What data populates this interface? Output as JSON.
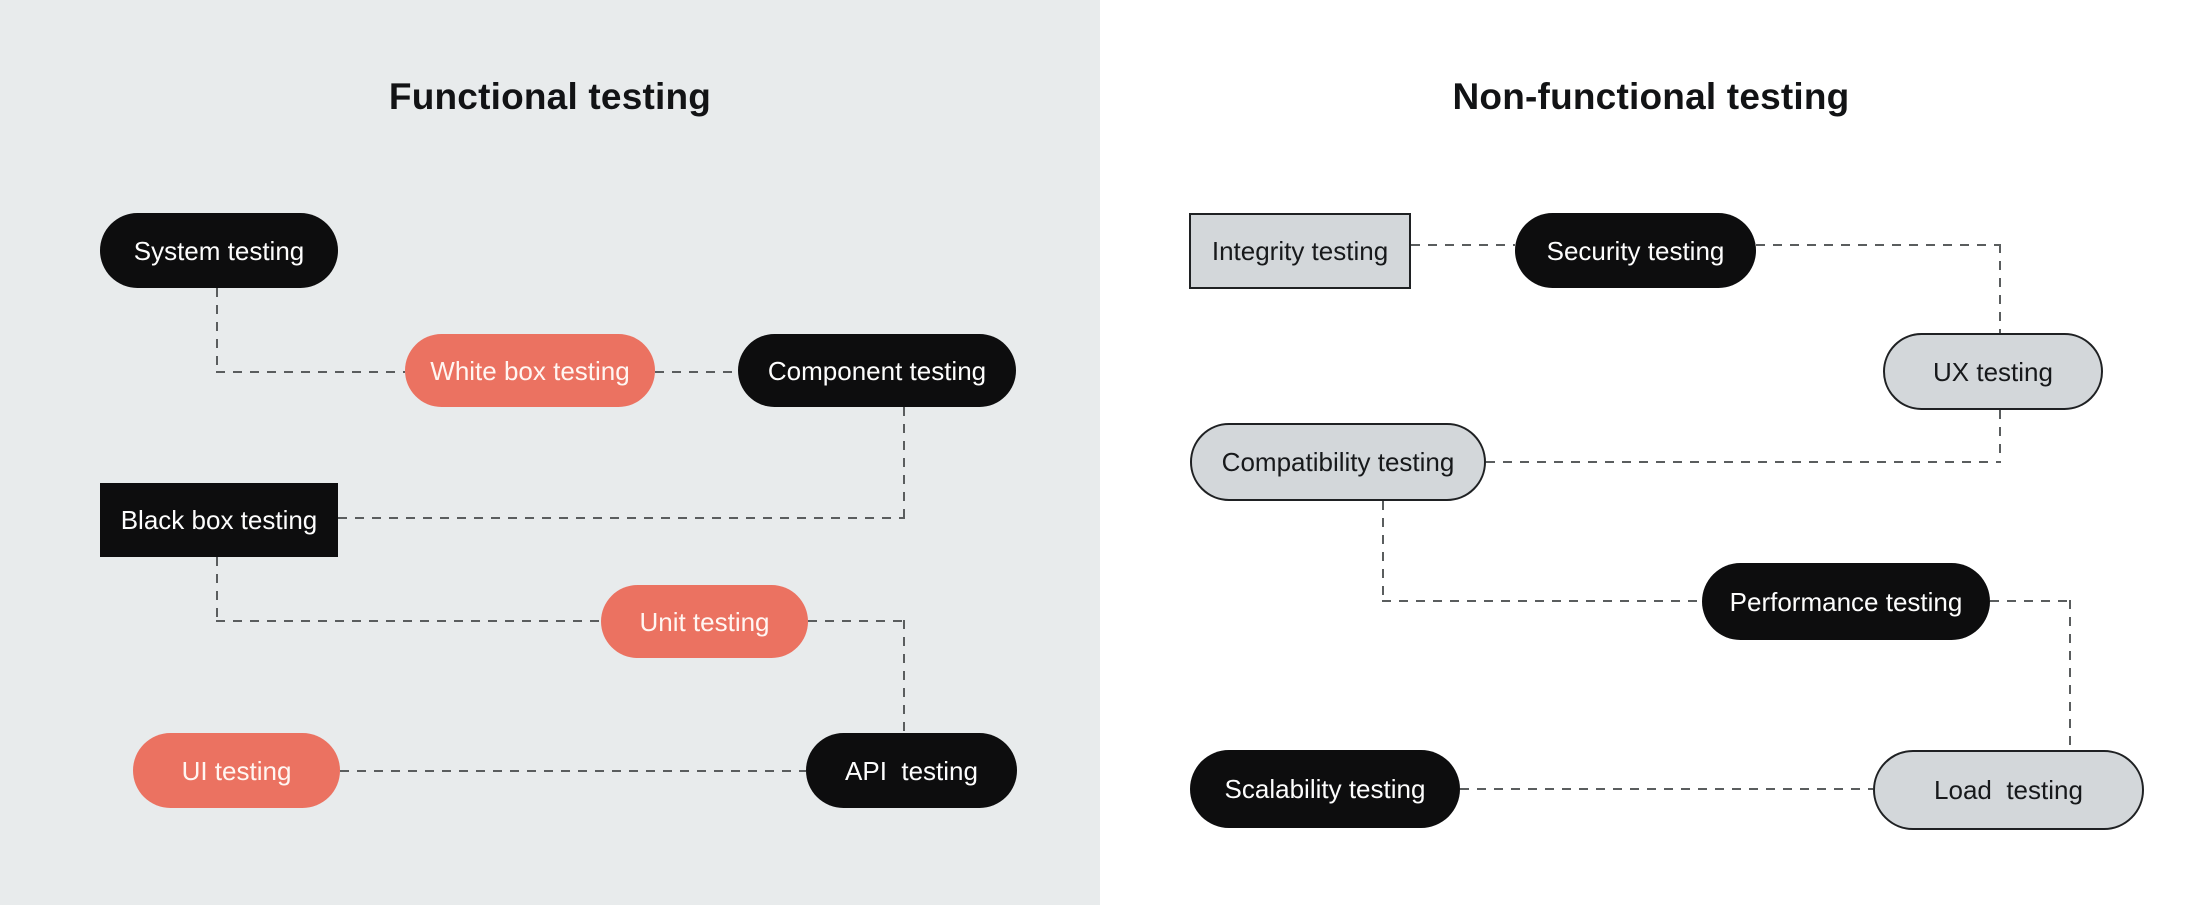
{
  "colors": {
    "left_bg": "#e8ebec",
    "right_bg": "#ffffff",
    "node_black": "#0d0d0e",
    "node_salmon": "#eb7261",
    "node_gray": "#d3d7da",
    "node_border": "#1f2123",
    "connector": "#5a5d5e",
    "text_light": "#fdfdfd",
    "text_warm": "#fff6f2",
    "text_dark": "#17191b"
  },
  "left_panel": {
    "title": "Functional testing",
    "nodes": [
      {
        "label": "System testing",
        "variant": "black-pill"
      },
      {
        "label": "White box testing",
        "variant": "salmon-pill"
      },
      {
        "label": "Component testing",
        "variant": "black-pill"
      },
      {
        "label": "Black box testing",
        "variant": "black-rect"
      },
      {
        "label": "Unit testing",
        "variant": "salmon-pill"
      },
      {
        "label": "UI testing",
        "variant": "salmon-pill"
      },
      {
        "label": "API  testing",
        "variant": "black-pill"
      }
    ]
  },
  "right_panel": {
    "title": "Non-functional testing",
    "nodes": [
      {
        "label": "Integrity testing",
        "variant": "gray-rect"
      },
      {
        "label": "Security testing",
        "variant": "black-pill"
      },
      {
        "label": "UX testing",
        "variant": "gray-pill"
      },
      {
        "label": "Compatibility testing",
        "variant": "gray-pill"
      },
      {
        "label": "Performance testing",
        "variant": "black-pill"
      },
      {
        "label": "Scalability testing",
        "variant": "black-pill"
      },
      {
        "label": "Load  testing",
        "variant": "gray-pill"
      }
    ]
  }
}
